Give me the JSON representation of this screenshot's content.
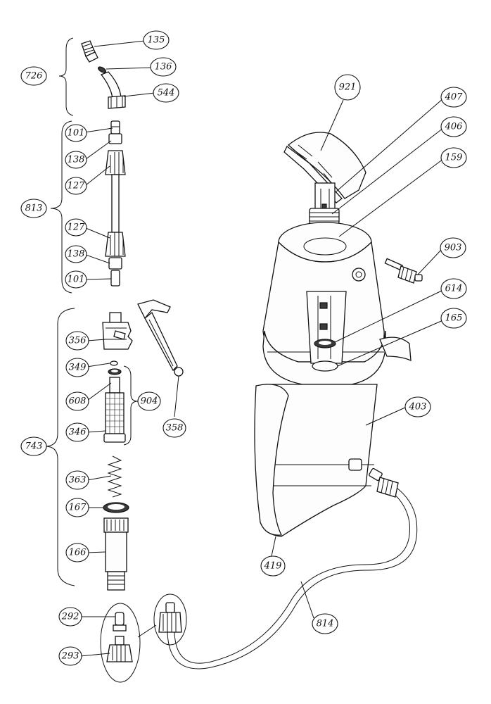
{
  "labels": {
    "l135": "135",
    "l136": "136",
    "l544": "544",
    "l726": "726",
    "l101a": "101",
    "l138a": "138",
    "l127a": "127",
    "l813": "813",
    "l127b": "127",
    "l138b": "138",
    "l101b": "101",
    "l356": "356",
    "l349": "349",
    "l608": "608",
    "l904": "904",
    "l346": "346",
    "l358": "358",
    "l743": "743",
    "l363": "363",
    "l167": "167",
    "l166": "166",
    "l292": "292",
    "l293": "293",
    "l921": "921",
    "l407": "407",
    "l406": "406",
    "l159": "159",
    "l903": "903",
    "l614": "614",
    "l165": "165",
    "l403": "403",
    "l419": "419",
    "l814": "814"
  }
}
